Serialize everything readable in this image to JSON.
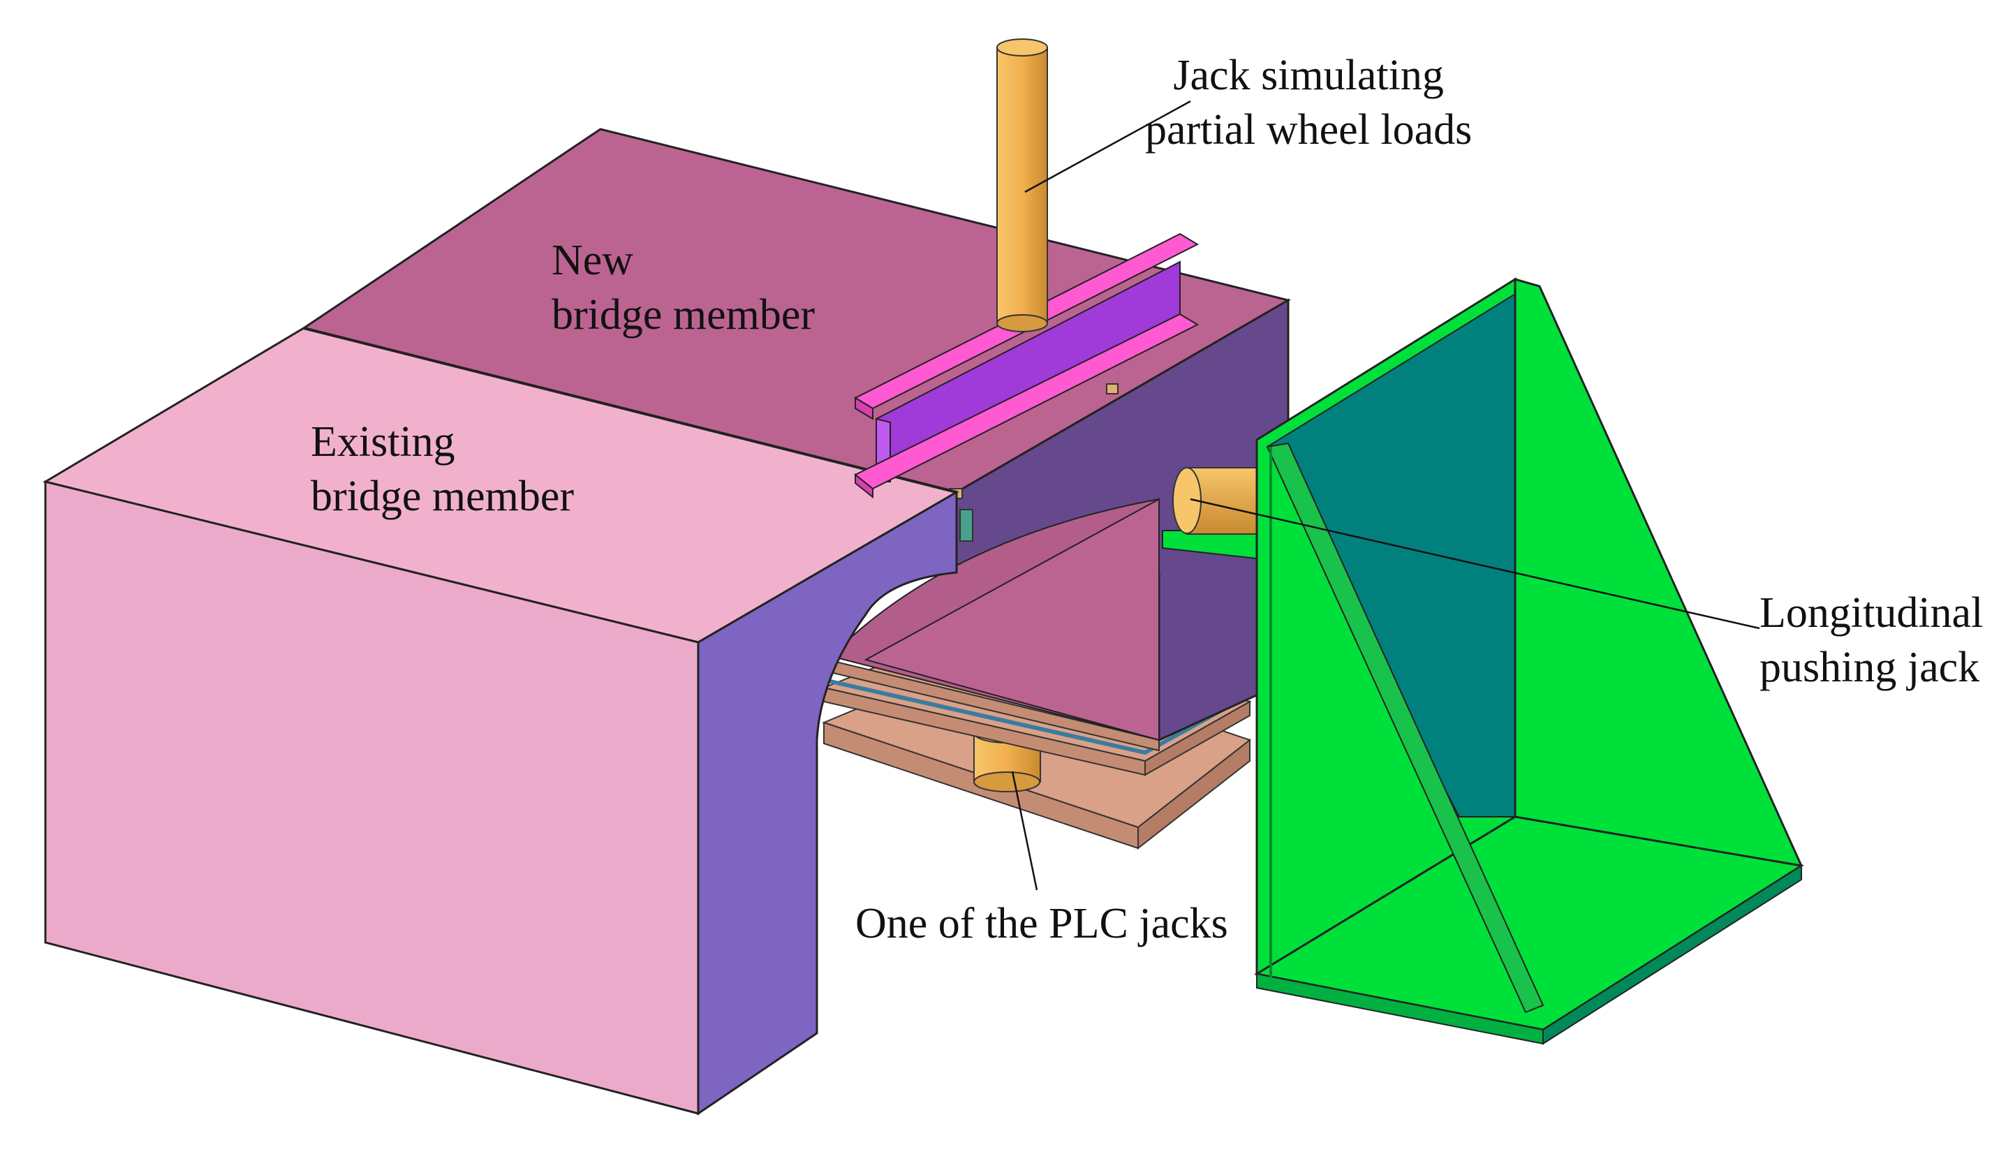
{
  "labels": {
    "jack": {
      "line1": "Jack simulating",
      "line2": "partial wheel loads"
    },
    "new_member": {
      "line1": "New",
      "line2": "bridge member"
    },
    "existing_member": {
      "line1": "Existing",
      "line2": "bridge member"
    },
    "plc_jack": "One of the PLC jacks",
    "longitudinal": {
      "line1": "Longitudinal",
      "line2": "pushing jack"
    }
  },
  "colors": {
    "existing_top": "#f1b1cd",
    "existing_front": "#ecaacb",
    "existing_side": "#7e65c2",
    "new_top": "#bc6491",
    "new_side": "#66488c",
    "beam_top": "#ff5ad2",
    "beam_web": "#a03ad8",
    "jack": "#f2b04e",
    "plate": "#d9a188",
    "plate_dark": "#c18a75",
    "frame_green": "#00e03a",
    "frame_teal": "#00817e",
    "leader_line": "#111111"
  }
}
